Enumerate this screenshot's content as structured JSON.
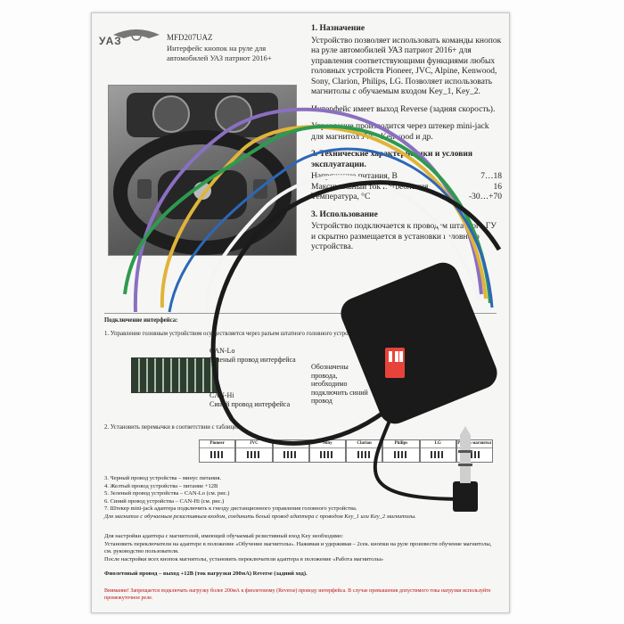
{
  "sheet": {
    "brand": "УАЗ",
    "model": "MFD207UAZ",
    "subtitle": "Интерфейс кнопок на руле для автомобилей УАЗ патриот 2016+",
    "section1_title": "1. Назначение",
    "section1_text": "Устройство позволяет использовать команды кнопок на руле автомобилей УАЗ патриот 2016+ для управления соответствующими функциями любых головных устройств Pioneer, JVC, Alpine, Kenwood, Sony, Clarion, Philips, LG. Позволяет использовать магнитолы с обучаемым входом Key_1, Key_2.",
    "reverse_text": "Интерфейс имеет выход Reverse (задняя скорость).",
    "control_text": "Управление производится через штекер mini-jack для магнитол JVC, Kenwood и др.",
    "section2_title": "2. Технические характеристики и условия эксплуатации.",
    "specs": [
      {
        "label": "Напряжение питания, В",
        "value": "7…18"
      },
      {
        "label": "Максимальный ток потребления",
        "value": "16"
      },
      {
        "label": "Температура, °С",
        "value": "-30…+70"
      }
    ],
    "section3_title": "3. Использование",
    "section3_text": "Устройство подключается к проводам штатного ГУ и скрытно размещается в установки головного устройства.",
    "connection_title": "Подключение интерфейса:",
    "connection_step1": "1. Управление головным устройством осуществляется через разъем штатного головного устройства УАЗ.",
    "can_lo_label": "CAN-Lo",
    "can_lo_wire": "Зеленый провод интерфейса",
    "can_hi_label": "CAN-Hi",
    "can_hi_wire": "Синий провод интерфейса",
    "note_label": "Обозначены провода, необходимо подключить синий провод",
    "jumpers_step": "2. Установить перемычки в соответствии с таблицей",
    "brands": [
      "Pioneer",
      "JVC",
      "Kenwood",
      "Sony",
      "Clarion",
      "Philips",
      "LG",
      "Работа магнитол"
    ],
    "wire_lines": [
      "3. Черный провод устройства – минус питания.",
      "4. Желтый провод устройства – питание +12В",
      "5. Зеленый провод устройства – CAN-Lo (см. рис.)",
      "6. Синий провод устройства – CAN-Hi (см. рис.)",
      "7. Штекер mini-jack адаптера подключить к гнезду дистанционного управления головного устройства.",
      "Для магнитол с обучаемым резистивным входом, соединить белый провод адаптера с проводом Key_1 или Key_2 магнитолы."
    ],
    "learning_lines": [
      "Для настройки адаптера с магнитолой, имеющей обучаемый резистивный вход Key необходимо:",
      "Установить переключатели на адаптере в положение «Обучение магнитолы». Нажимая и удерживая – 2сек. кнопки на руле произвести обучение магнитолы, см. руководство пользователя.",
      "После настройки всех кнопок магнитолы, установить переключатели адаптера в положение «Работа магнитолы»"
    ],
    "violet_line": "Фиолетовый провод – выход +12В (ток нагрузки 200мА) Reverse (задний ход).",
    "warning": "Внимание! Запрещается подключать нагрузку более 200мА к фиолетовому (Reverse) проводу интерфейса. В случае превышения допустимого тока нагрузки используйте промежуточное реле."
  },
  "colors": {
    "wire_violet": "#8a6fc1",
    "wire_yellow": "#e0b43a",
    "wire_green": "#2e9a4e",
    "wire_blue": "#2c67b8",
    "wire_white": "#f4f4f4",
    "wire_black": "#1b1b1b",
    "module_body": "#1a1a1a",
    "dip_switch": "#e8433a"
  }
}
